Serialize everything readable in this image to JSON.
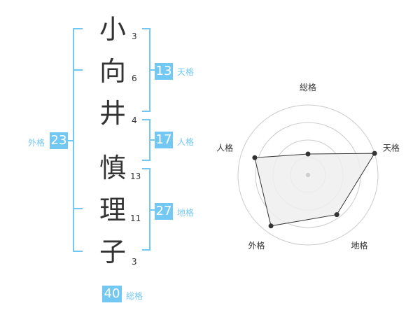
{
  "surname": [
    {
      "char": "小",
      "strokes": "3"
    },
    {
      "char": "向",
      "strokes": "6"
    },
    {
      "char": "井",
      "strokes": "4"
    }
  ],
  "given": [
    {
      "char": "慎",
      "strokes": "13"
    },
    {
      "char": "理",
      "strokes": "11"
    },
    {
      "char": "子",
      "strokes": "3"
    }
  ],
  "kaku": {
    "tenkaku": {
      "value": "13",
      "label": "天格"
    },
    "jinkaku": {
      "value": "17",
      "label": "人格"
    },
    "chikaku": {
      "value": "27",
      "label": "地格"
    },
    "gaikaku": {
      "value": "23",
      "label": "外格"
    },
    "soukaku": {
      "value": "40",
      "label": "総格"
    }
  },
  "colors": {
    "accent": "#73c8f3",
    "text": "#333333",
    "grid": "#cccccc",
    "fill": "#eeeeee"
  },
  "chart_data": {
    "type": "radar",
    "axes": [
      "総格",
      "天格",
      "地格",
      "外格",
      "人格"
    ],
    "values": [
      0.3,
      1.0,
      0.7,
      0.9,
      0.8
    ],
    "range": [
      0,
      1
    ],
    "rings": 4
  }
}
